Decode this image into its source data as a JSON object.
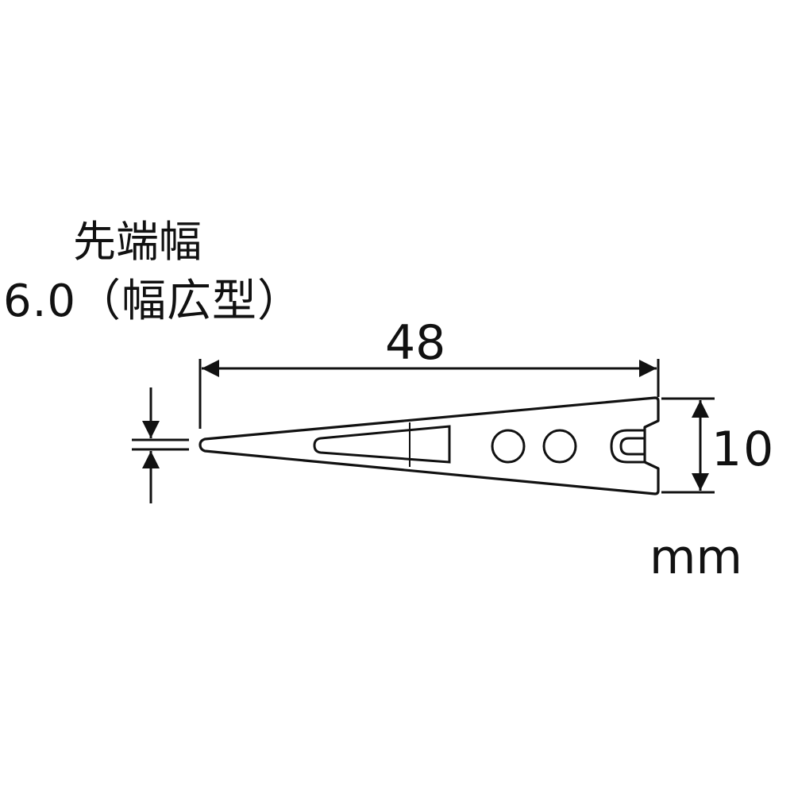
{
  "labels": {
    "tip_width_title": "先端幅",
    "tip_width_value": "6.0（幅広型）",
    "length": "48",
    "height": "10",
    "unit": "mm"
  }
}
